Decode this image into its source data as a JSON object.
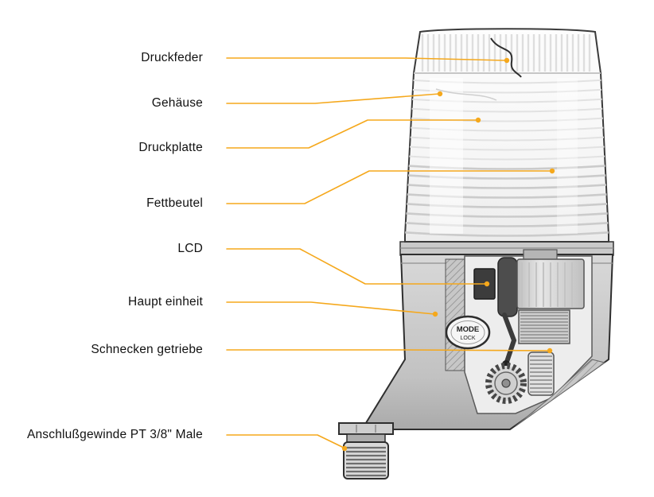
{
  "diagram": {
    "accent_color": "#F5A81C",
    "labels": [
      {
        "text": "Druckfeder"
      },
      {
        "text": "Gehäuse"
      },
      {
        "text": "Druckplatte"
      },
      {
        "text": "Fettbeutel"
      },
      {
        "text": "LCD"
      },
      {
        "text": "Haupt einheit"
      },
      {
        "text": "Schnecken getriebe"
      },
      {
        "text": "Anschlußgewinde PT 3/8\" Male"
      }
    ],
    "device": {
      "mode_button": {
        "line1": "MODE",
        "line2": "LOCK"
      }
    }
  }
}
